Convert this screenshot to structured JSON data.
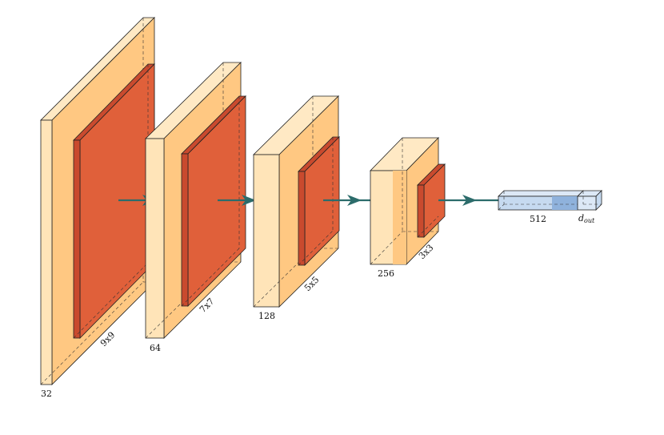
{
  "colors": {
    "conv_light": "#FFE4B8",
    "conv_mid": "#FFCC8C",
    "conv_dark": "#F7B070",
    "pool": "#E0603A",
    "pool_side": "#C94A2E",
    "fc_light": "#C6DAF0",
    "fc_mid": "#8FB2DC",
    "arrow": "#2C6C6B"
  },
  "layers": [
    {
      "id": "conv1",
      "channels_label": "32",
      "kernel_label": "9x9"
    },
    {
      "id": "conv2",
      "channels_label": "64",
      "kernel_label": "7x7"
    },
    {
      "id": "conv3",
      "channels_label": "128",
      "kernel_label": "5x5"
    },
    {
      "id": "conv4",
      "channels_label": "256",
      "kernel_label": "3x3"
    }
  ],
  "fc": {
    "size_label": "512",
    "out_label_main": "d",
    "out_label_sub": "out"
  }
}
